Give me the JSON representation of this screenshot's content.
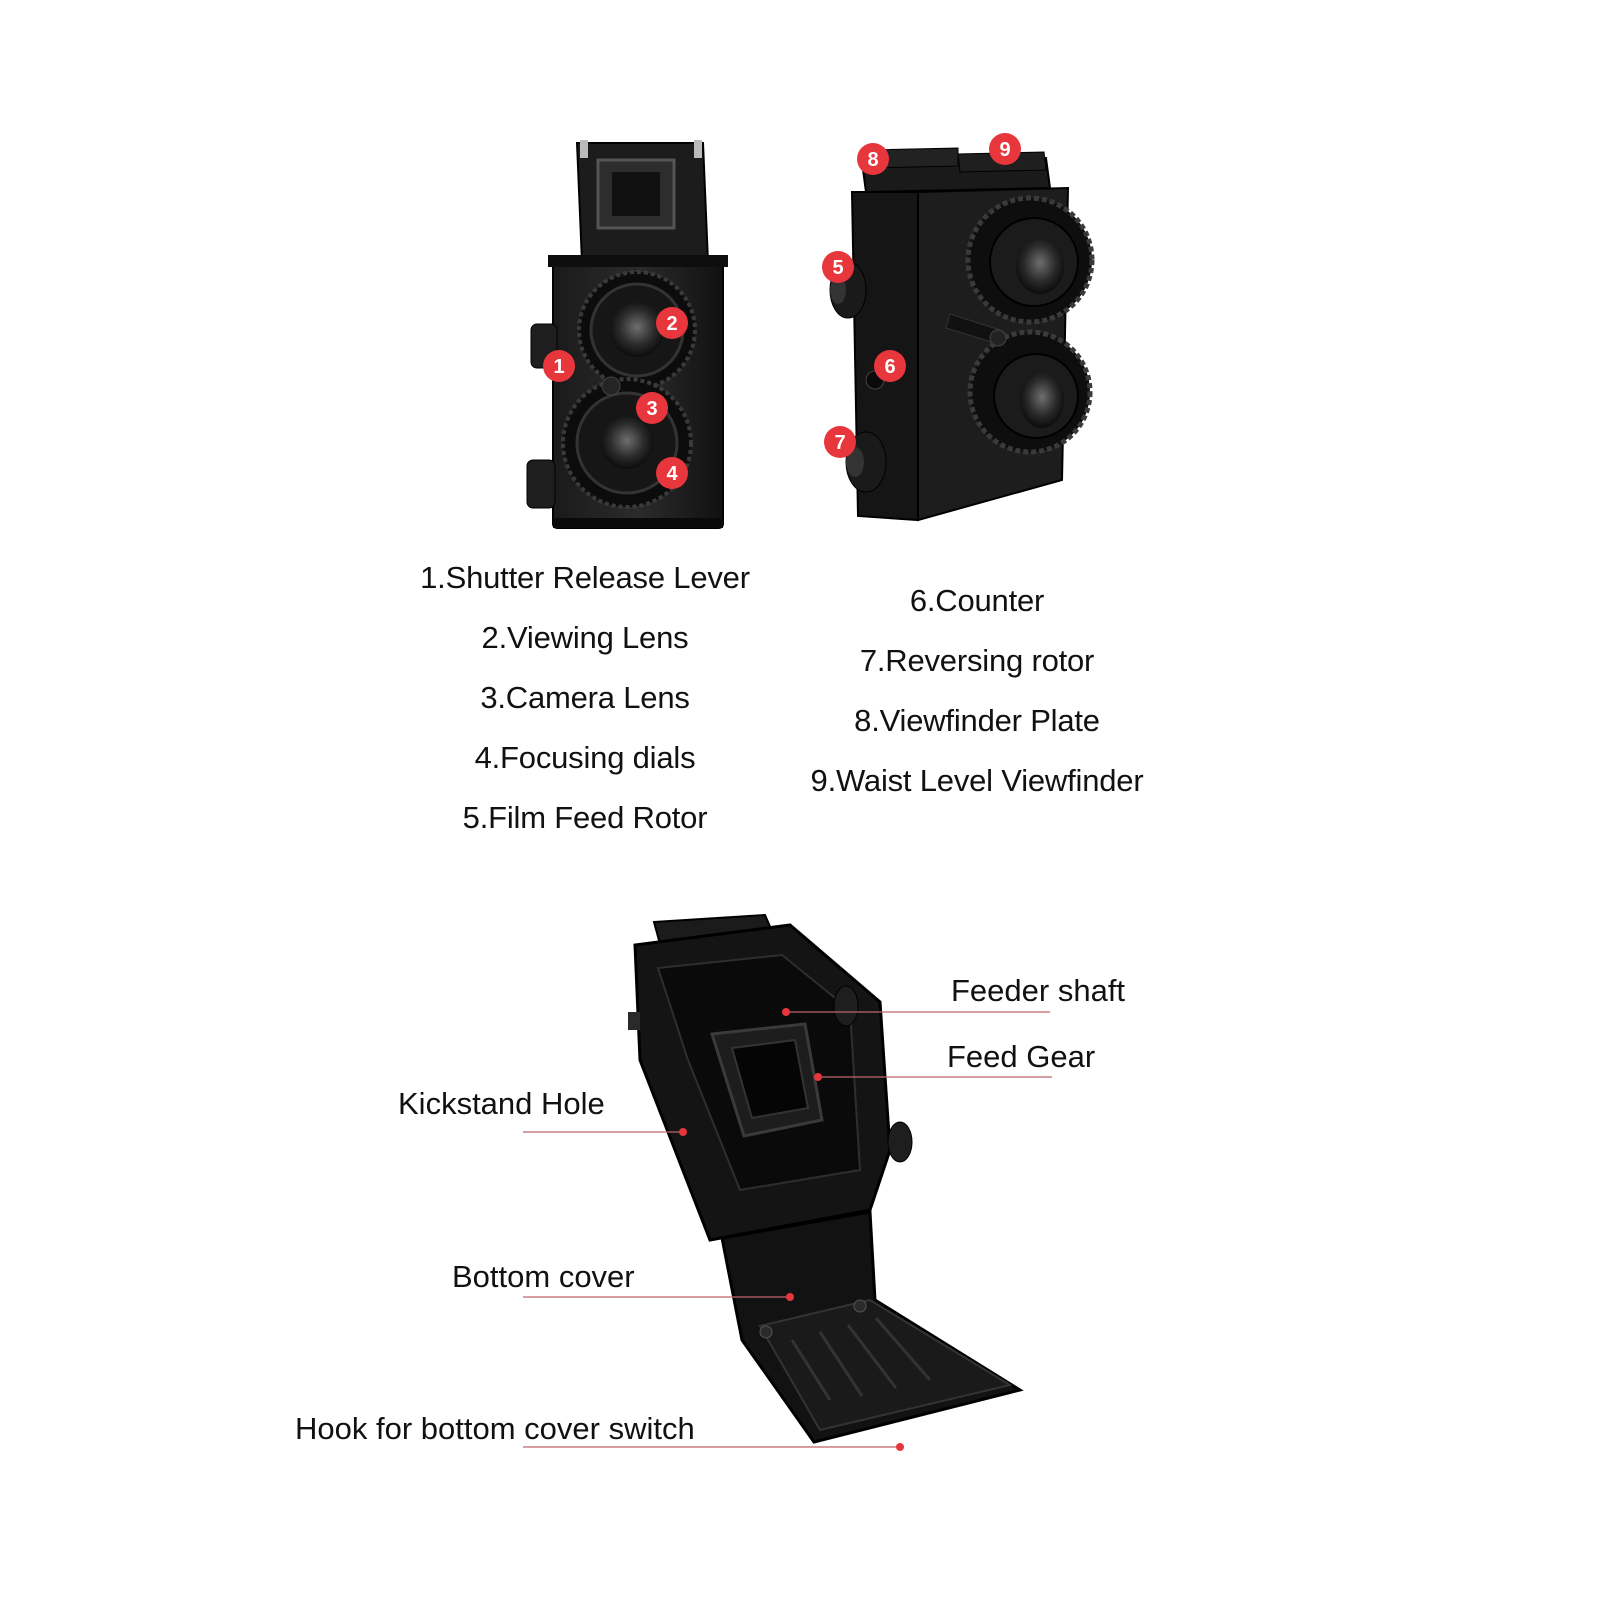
{
  "top_left_view": {
    "badges": [
      "1",
      "2",
      "3",
      "4"
    ]
  },
  "top_right_view": {
    "badges": [
      "5",
      "6",
      "7",
      "8",
      "9"
    ]
  },
  "legend": {
    "left": [
      "1.Shutter Release Lever",
      "2.Viewing Lens",
      "3.Camera Lens",
      "4.Focusing dials",
      "5.Film Feed Rotor"
    ],
    "right": [
      "6.Counter",
      "7.Reversing rotor",
      "8.Viewfinder Plate",
      "9.Waist Level Viewfinder"
    ]
  },
  "bottom_view": {
    "callouts": {
      "feeder_shaft": "Feeder shaft",
      "feed_gear": "Feed Gear",
      "kickstand_hole": "Kickstand Hole",
      "bottom_cover": "Bottom cover",
      "hook": "Hook for bottom cover switch"
    }
  },
  "colors": {
    "badge": "#e8363d",
    "camera_body": "#141414",
    "leader_line": "#c0666b"
  }
}
